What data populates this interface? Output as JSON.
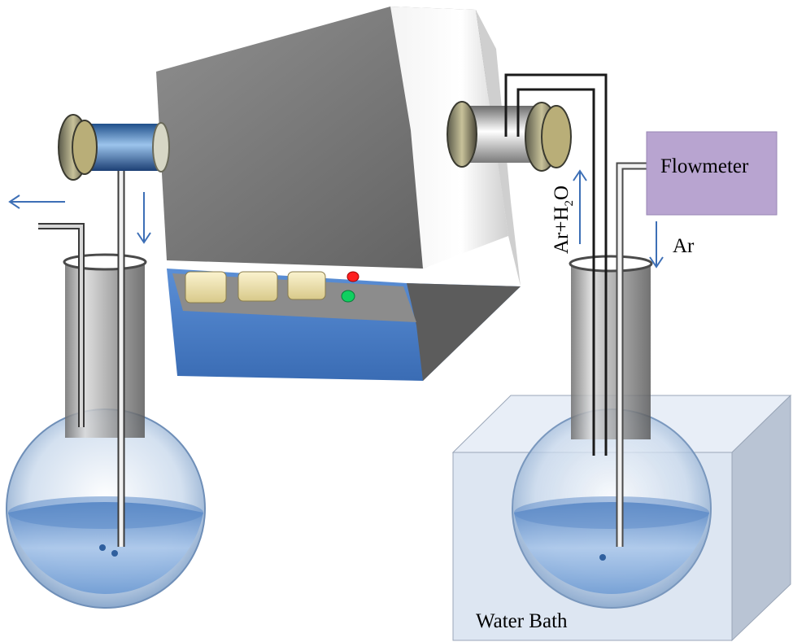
{
  "labels": {
    "flowmeter": "Flowmeter",
    "inlet_gas": "Ar",
    "outlet_gas_main": "Ar+H",
    "outlet_gas_sub": "2",
    "outlet_gas_end": "O",
    "water_bath": "Water Bath"
  },
  "colors": {
    "furnace_body": "#8a8a8a",
    "furnace_front": "#f2f2f2",
    "control_panel": "#4a7ec4",
    "panel_face": "#8c8c8c",
    "panel_button": "#efe4b0",
    "indicator_red": "#ff2020",
    "indicator_green": "#10d060",
    "flowmeter_box": "#b8a4d0",
    "water_bath": "#dde6f2",
    "liquid": "#6f9cd4",
    "arrow": "#3d6fb6"
  },
  "icons": [
    "flow-arrow-left-icon",
    "flow-arrow-down-icon",
    "flow-arrow-up-icon",
    "flow-arrow-down-ar-icon"
  ]
}
